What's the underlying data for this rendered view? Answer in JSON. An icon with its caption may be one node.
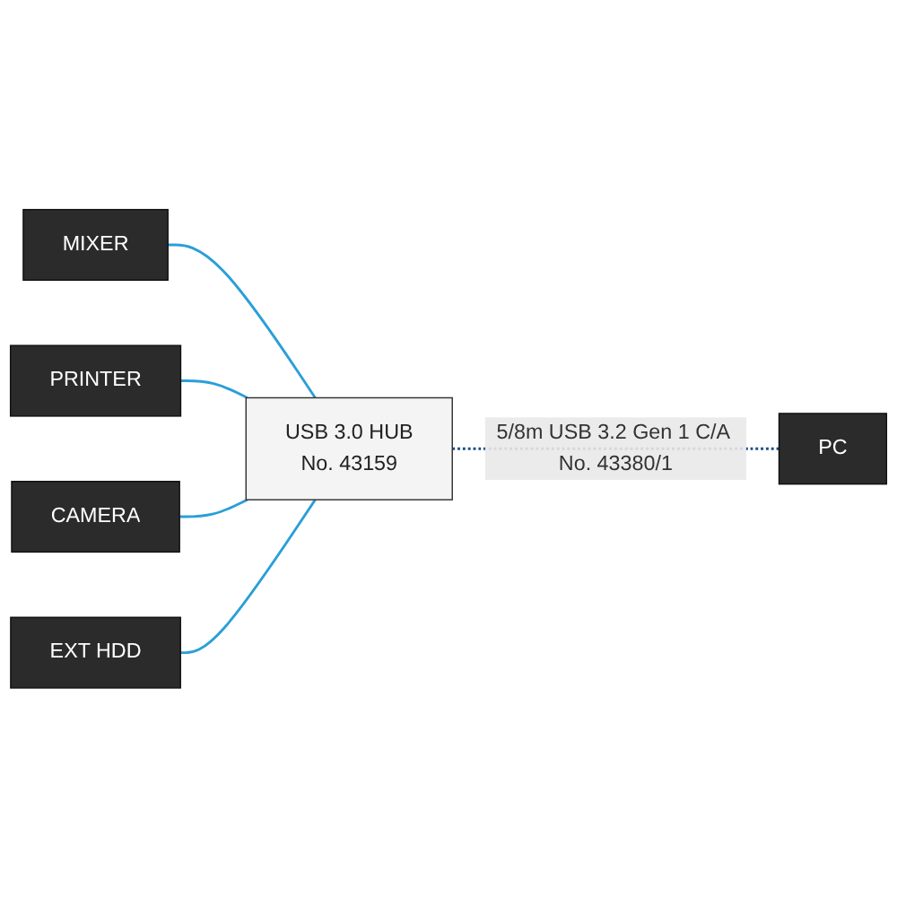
{
  "diagram": {
    "nodes": [
      {
        "text": [
          "MIXER"
        ]
      },
      {
        "text": [
          "PRINTER"
        ]
      },
      {
        "text": [
          "CAMERA"
        ]
      },
      {
        "text": [
          "EXT HDD"
        ]
      },
      {
        "text": [
          "USB 3.0 HUB",
          "No. 43159"
        ]
      },
      {
        "text": [
          "PC"
        ]
      }
    ],
    "edges": [
      {
        "from": 0,
        "to": 4,
        "arrow": "none"
      },
      {
        "from": 1,
        "to": 4,
        "arrow": "none"
      },
      {
        "from": 2,
        "to": 4,
        "arrow": "none"
      },
      {
        "from": 3,
        "to": 4,
        "arrow": "none"
      },
      {
        "from": 4,
        "to": 5,
        "arrow": "none",
        "label": "5/8m USB 3.2 Gen 1 C/A No. 43380/1",
        "style": "dashed",
        "color": "#1d4f86"
      }
    ]
  }
}
